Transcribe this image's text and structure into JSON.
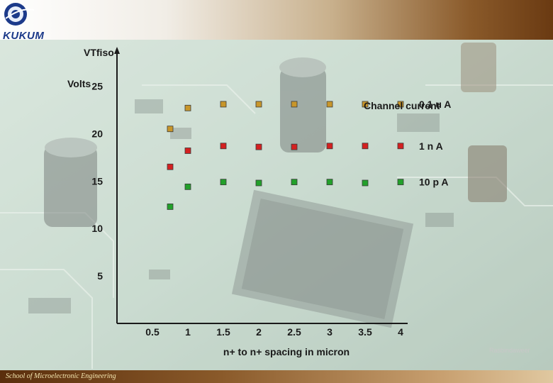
{
  "slide": {
    "logo_text": "KUKUM",
    "footer": "School of Microelectronic Engineering",
    "watermark": "Rasbindaweer"
  },
  "colors": {
    "series_0": "#c8962a",
    "series_1": "#d42020",
    "series_2": "#22a02a",
    "axis": "#1a1a1a"
  },
  "chart_data": {
    "type": "scatter",
    "ylabel_main": "VTfiso",
    "ylabel_sub": "Volts",
    "xlabel": "n+ to n+ spacing in micron",
    "legend_title": "Channel current",
    "xticks": [
      {
        "v": 0.5,
        "label": "0.5"
      },
      {
        "v": 1,
        "label": "1"
      },
      {
        "v": 1.5,
        "label": "1.5"
      },
      {
        "v": 2,
        "label": "2"
      },
      {
        "v": 2.5,
        "label": "2.5"
      },
      {
        "v": 3,
        "label": "3"
      },
      {
        "v": 3.5,
        "label": "3.5"
      },
      {
        "v": 4,
        "label": "4"
      }
    ],
    "yticks": [
      5,
      10,
      15,
      20,
      25
    ],
    "xlim": [
      0,
      4
    ],
    "ylim": [
      0,
      29
    ],
    "series": [
      {
        "name": "0.1 u A",
        "x": [
          0.75,
          1,
          1.5,
          2,
          2.5,
          3,
          3.5,
          4
        ],
        "y": [
          20.5,
          22.7,
          23.1,
          23.1,
          23.1,
          23.1,
          23.1,
          23.1
        ]
      },
      {
        "name": "1 n A",
        "x": [
          0.75,
          1,
          1.5,
          2,
          2.5,
          3,
          3.5,
          4
        ],
        "y": [
          16.5,
          18.2,
          18.7,
          18.6,
          18.6,
          18.7,
          18.7,
          18.7
        ]
      },
      {
        "name": "10 p A",
        "x": [
          0.75,
          1,
          1.5,
          2,
          2.5,
          3,
          3.5,
          4
        ],
        "y": [
          12.3,
          14.4,
          14.9,
          14.8,
          14.9,
          14.9,
          14.8,
          14.9
        ]
      }
    ]
  }
}
